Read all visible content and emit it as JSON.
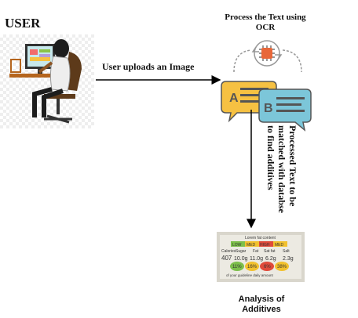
{
  "diagram": {
    "user_label": "USER",
    "upload_label": "User uploads an Image",
    "ocr_label": "Process the Text using OCR",
    "vertical_label": "Processed Text to be matched with databse to find additives",
    "result_label": "Analysis of Additives",
    "bubble_a_letter": "A",
    "bubble_b_letter": "B",
    "nutrition_label": {
      "header": "Lorem fat content",
      "levels": [
        "LOW",
        "MED",
        "HIGH",
        "MED"
      ],
      "nutrients": [
        "Calories",
        "Sugar",
        "Fat",
        "Sat fat",
        "Salt"
      ],
      "values": [
        "407",
        "10.0g",
        "11.0g",
        "6.2g",
        "2.3g"
      ],
      "percents": [
        "11%",
        "16%",
        "6%",
        "38%"
      ],
      "footer": "of your guideline daily amount"
    }
  },
  "colors": {
    "bubble_a": "#f6c142",
    "bubble_b": "#7cc6d9",
    "chip": "#e8673a",
    "monitor_screen": "#c7e8ec"
  }
}
